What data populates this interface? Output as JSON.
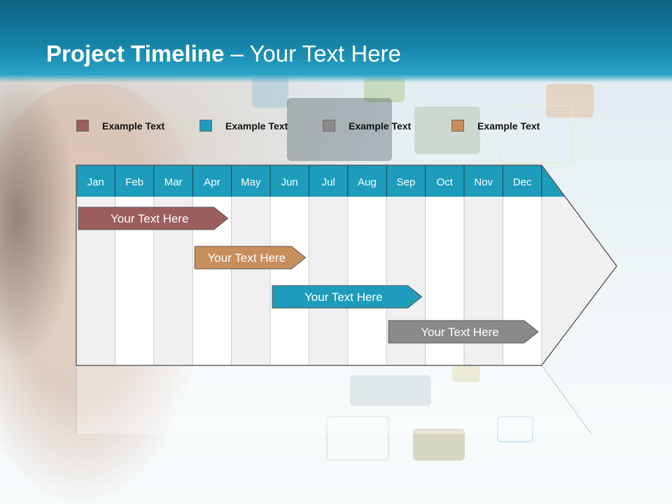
{
  "title": {
    "bold": "Project Timeline",
    "rest": " – Your Text Here"
  },
  "legend": [
    {
      "label": "Example Text",
      "color": "#9c5d5d"
    },
    {
      "label": "Example Text",
      "color": "#1d9cbc"
    },
    {
      "label": "Example Text",
      "color": "#8a8a8a"
    },
    {
      "label": "Example Text",
      "color": "#c88e5c"
    }
  ],
  "months": [
    "Jan",
    "Feb",
    "Mar",
    "Apr",
    "May",
    "Jun",
    "Jul",
    "Aug",
    "Sep",
    "Oct",
    "Nov",
    "Dec"
  ],
  "colors": {
    "header": "#1d9cbc",
    "month_text": "#ffffff",
    "grid_shade": "#f0f0f0",
    "grid_white": "#ffffff",
    "border": "#555555"
  },
  "tasks": [
    {
      "label": "Your  Text Here",
      "start_month": "Jan",
      "end_month": "Apr",
      "color": "#9c5d5d"
    },
    {
      "label": "Your  Text Here",
      "start_month": "Apr",
      "end_month": "Jun",
      "color": "#c88e5c"
    },
    {
      "label": "Your  Text Here",
      "start_month": "Jun",
      "end_month": "Sep",
      "color": "#1d9cbc"
    },
    {
      "label": "Your  Text Here",
      "start_month": "Sep",
      "end_month": "Dec",
      "color": "#8a8a8a"
    }
  ]
}
